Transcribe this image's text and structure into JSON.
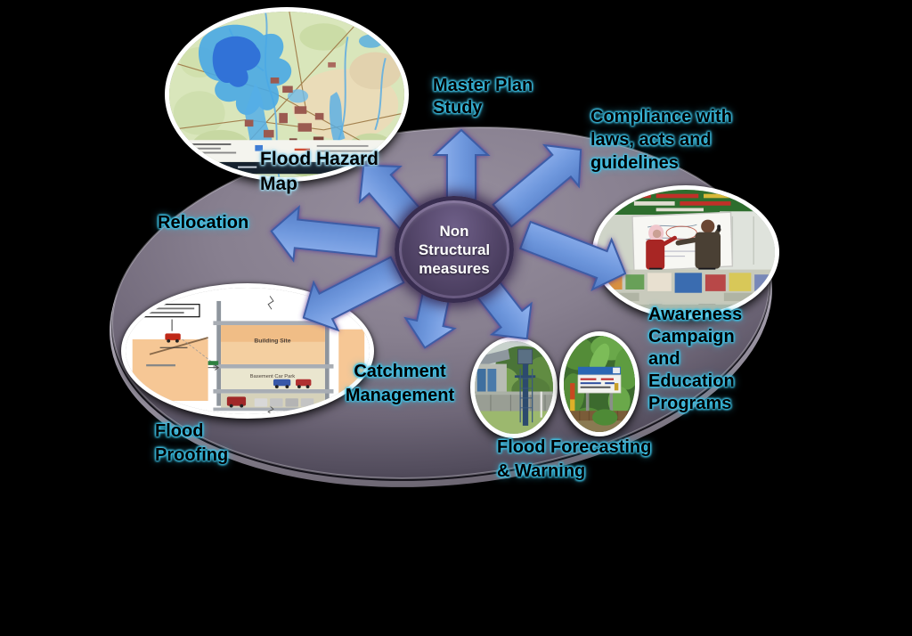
{
  "palette": {
    "background": "#000000",
    "platform_gray": "#7d7584",
    "platform_rim": "#c9c6cd",
    "arrow_blue": "#6e96dd",
    "arrow_edge": "#3c5da6",
    "arrow_glow_purple": "#5b3a96",
    "glow_cyan": "#3ec2e6",
    "center_purple": "#57496d",
    "center_ring": "#382d50",
    "label_color": "#000000",
    "center_text_color": "#ffffff"
  },
  "center": {
    "lines": [
      "Non",
      "Structural",
      "measures"
    ]
  },
  "nodes": {
    "master_plan": {
      "label": "Master Plan Study",
      "lines": [
        "Master Plan",
        "Study"
      ]
    },
    "compliance": {
      "label": "Compliance with laws, acts and guidelines",
      "lines": [
        "Compliance with",
        "laws, acts and",
        "guidelines"
      ]
    },
    "awareness": {
      "label": "Awareness Campaign and Education Programs",
      "lines": [
        "Awareness",
        "Campaign",
        "and",
        "Education",
        "Programs"
      ]
    },
    "flood_forecasting": {
      "label": "Flood Forecasting & Warning",
      "lines": [
        "Flood Forecasting",
        "& Warning"
      ]
    },
    "catchment": {
      "label": "Catchment Management",
      "lines": [
        "Catchment",
        "Management"
      ]
    },
    "flood_proofing": {
      "label": "Flood Proofing",
      "lines": [
        "Flood",
        "Proofing"
      ]
    },
    "relocation": {
      "label": "Relocation",
      "lines": [
        "Relocation"
      ]
    },
    "flood_hazard_map": {
      "label": "Flood Hazard Map",
      "lines": [
        "Flood Hazard",
        "Map"
      ]
    }
  },
  "images": {
    "flood_hazard_map": {
      "description": "topographic map with blue flood inundation areas"
    },
    "awareness": {
      "description": "photo of awareness campaign session with two presenters at a whiteboard"
    },
    "flood_proofing": {
      "description": "cross-section diagram of flood-proofed building",
      "labels": {
        "building_site": "Building Site",
        "basement": "Basement Car Park"
      }
    },
    "forecasting_station": {
      "description": "photo of blue flood gauging station tower"
    },
    "forecasting_sign": {
      "description": "photo of flood warning signboard among banana trees"
    }
  },
  "arrows": [
    "up",
    "upper-right",
    "right",
    "lower-right",
    "down",
    "lower-left",
    "left",
    "upper-left"
  ]
}
